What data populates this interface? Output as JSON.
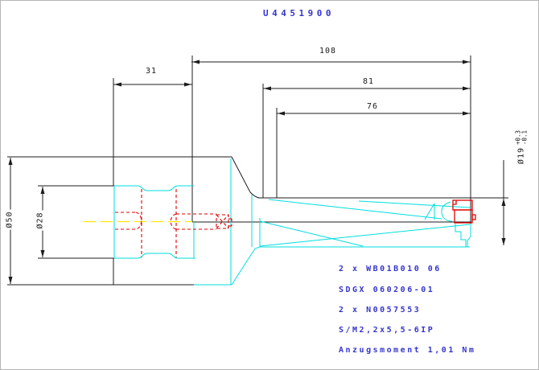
{
  "title": "U4451900",
  "drawing": {
    "dimensions": {
      "flange_width": "31",
      "length_overall": "108",
      "length_step1": "81",
      "length_step2": "76",
      "body_diameter": "Ø50",
      "bore_diameter": "Ø28",
      "cutting_diameter": "Ø19",
      "cutting_diameter_tol_upper": "+0.3",
      "cutting_diameter_tol_lower": "-0.1"
    },
    "notes": [
      "2 x WB01B010 06",
      "SDGX 060206-01",
      "2 x N0057553",
      "S/M2,2x5,5-6IP",
      "Anzugsmoment 1,01 Nm"
    ],
    "colors": {
      "outline": "#1c1c1c",
      "profile": "#00dede",
      "hidden": "#e00000",
      "centerline": "#ffe800",
      "annotation": "#3535cf"
    }
  }
}
